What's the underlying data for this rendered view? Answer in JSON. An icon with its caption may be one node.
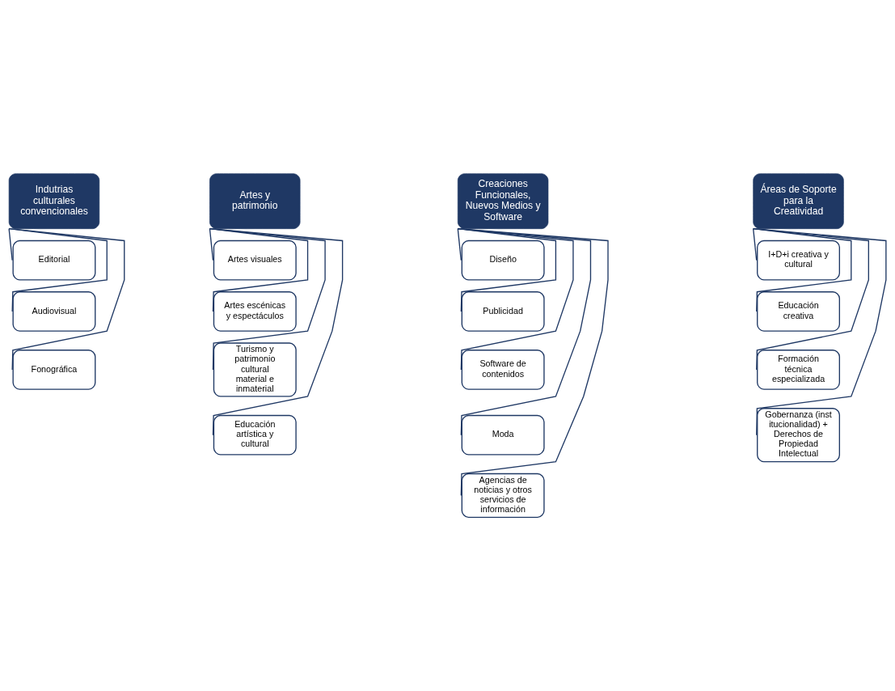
{
  "diagram": {
    "nodes": [
      {
        "text": [
          "Indutrias culturales convencionales"
        ]
      },
      {
        "text": [
          "Editorial"
        ]
      },
      {
        "text": [
          "Audiovisual"
        ]
      },
      {
        "text": [
          "Fonográfica"
        ]
      },
      {
        "text": [
          "Artes y patrimonio"
        ]
      },
      {
        "text": [
          "Artes visuales"
        ]
      },
      {
        "text": [
          "Artes escénicas y espectáculos"
        ]
      },
      {
        "text": [
          "Turismo y patrimonio cultural material e inmaterial"
        ]
      },
      {
        "text": [
          "Educación artística y cultural"
        ]
      },
      {
        "text": [
          "Creaciones Funcionales, Nuevos Medios y Software"
        ]
      },
      {
        "text": [
          "Diseño"
        ]
      },
      {
        "text": [
          "Publicidad"
        ]
      },
      {
        "text": [
          "Software de contenidos"
        ]
      },
      {
        "text": [
          "Moda"
        ]
      },
      {
        "text": [
          "Agencias de noticias y otros servicios de información"
        ]
      },
      {
        "text": [
          "Áreas de Soporte para la Creatividad"
        ]
      },
      {
        "text": [
          "I+D+i creativa y cultural"
        ]
      },
      {
        "text": [
          "Educación creativa"
        ]
      },
      {
        "text": [
          "Formación técnica especializada"
        ]
      },
      {
        "text": [
          "Gobernanza (institucionalidad) + Derechos de Propiedad Intelectual"
        ]
      }
    ],
    "edges": [
      {
        "from": 0,
        "to": 1,
        "arrow": "none"
      },
      {
        "from": 0,
        "to": 2,
        "arrow": "none"
      },
      {
        "from": 0,
        "to": 3,
        "arrow": "none"
      },
      {
        "from": 4,
        "to": 5,
        "arrow": "none"
      },
      {
        "from": 4,
        "to": 6,
        "arrow": "none"
      },
      {
        "from": 4,
        "to": 7,
        "arrow": "none"
      },
      {
        "from": 4,
        "to": 8,
        "arrow": "none"
      },
      {
        "from": 9,
        "to": 10,
        "arrow": "none"
      },
      {
        "from": 9,
        "to": 11,
        "arrow": "none"
      },
      {
        "from": 9,
        "to": 12,
        "arrow": "none"
      },
      {
        "from": 9,
        "to": 13,
        "arrow": "none"
      },
      {
        "from": 9,
        "to": 14,
        "arrow": "none"
      },
      {
        "from": 15,
        "to": 16,
        "arrow": "none"
      },
      {
        "from": 15,
        "to": 17,
        "arrow": "none"
      },
      {
        "from": 15,
        "to": 18,
        "arrow": "none"
      },
      {
        "from": 15,
        "to": 19,
        "arrow": "none"
      }
    ]
  }
}
